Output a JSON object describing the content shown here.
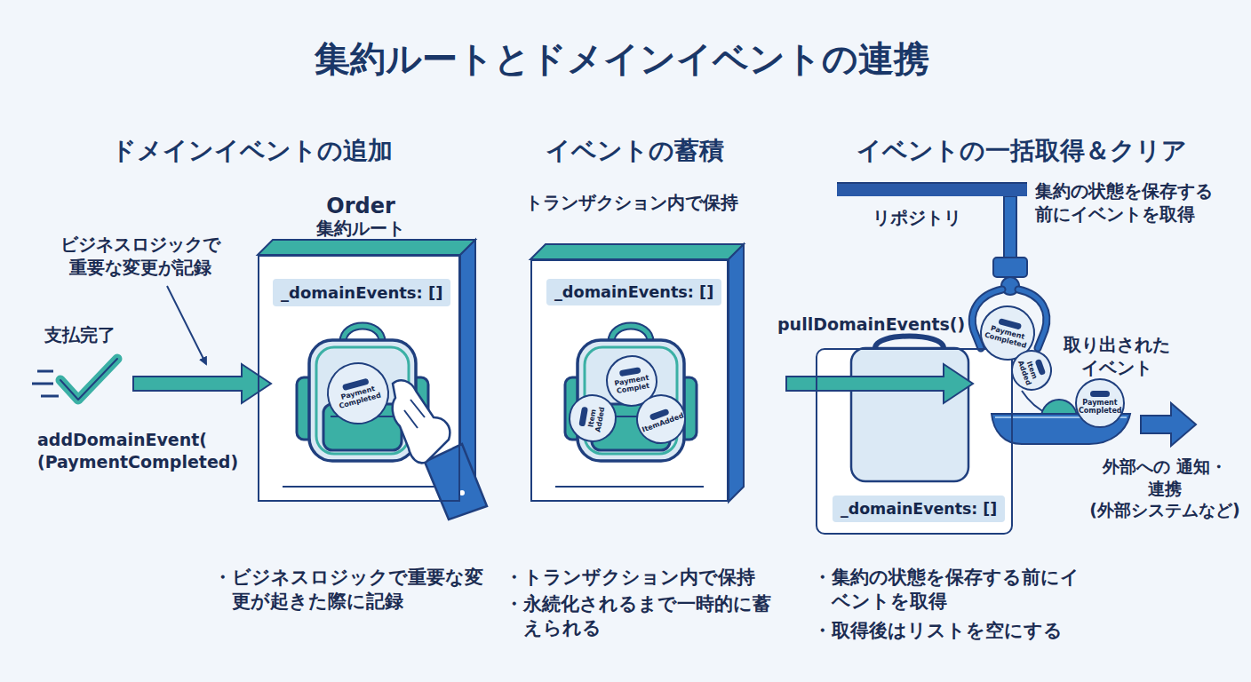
{
  "diagram": {
    "title": "集約ルートとドメインイベントの連携",
    "nodes": [
      {
        "text": [
          "Order",
          "集約ルート"
        ]
      },
      {
        "text": [
          "_domainEvents: []"
        ],
        "in": 0
      },
      {
        "text": [
          "Payment Completed"
        ],
        "in": 0
      },
      {
        "text": [
          "トランザクション内で保持"
        ]
      },
      {
        "text": [
          "_domainEvents: []"
        ],
        "in": 3
      },
      {
        "text": [
          "Payment Complet"
        ],
        "in": 3
      },
      {
        "text": [
          "Item Added"
        ],
        "in": 3
      },
      {
        "text": [
          "ItemAdded"
        ],
        "in": 3
      },
      {
        "text": [
          "リポジトリ"
        ]
      },
      {
        "text": [
          "pullDomainEvents()"
        ]
      },
      {
        "text": [
          "_domainEvents: []"
        ],
        "in": 9
      },
      {
        "text": [
          "Payment Completed"
        ]
      },
      {
        "text": [
          "Item Added"
        ]
      },
      {
        "text": [
          "Payment Completed"
        ]
      }
    ],
    "labels": [
      "ドメインイベントの追加",
      "イベントの蓄積",
      "イベントの一括取得＆クリア",
      "ビジネスロジックで 重要な変更が記録",
      "支払完了",
      "addDomainEvent( (PaymentCompleted)",
      "・ビジネスロジックで重要な変更が起きた際に記録",
      "・トランザクション内で保持",
      "・永続化されるまで一時的に蓄えられる",
      "集約の状態を保存する前にイベントを取得",
      "取り出されたイベント",
      "外部への 通知・連携 (外部システムなど)",
      "・集約の状態を保存する前にイベントを取得",
      "・取得後はリストを空にする"
    ]
  }
}
